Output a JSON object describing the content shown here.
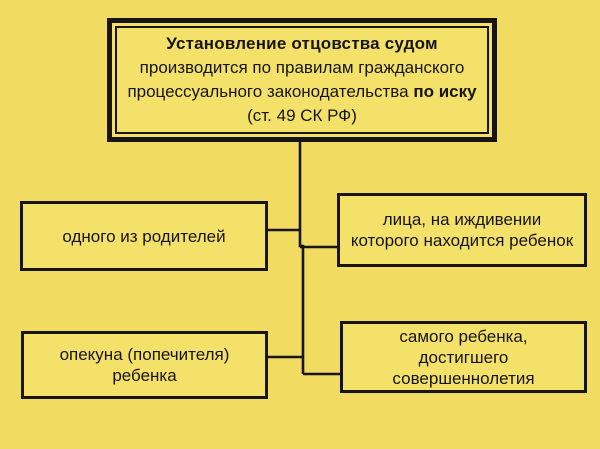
{
  "diagram": {
    "title_box": {
      "line1": "Установление отцовства судом",
      "line2": "производится по правилам гражданского",
      "line3_normal": "процессуального законодательства ",
      "line3_bold": "по иску",
      "line4": "(ст. 49 СК РФ)"
    },
    "boxes": [
      {
        "id": "parent",
        "label": "одного из родителей"
      },
      {
        "id": "dependent",
        "label": "лица, на иждивении которого находится ребенок"
      },
      {
        "id": "guardian",
        "label": "опекуна (попечителя) ребенка"
      },
      {
        "id": "adult-child",
        "label": "самого ребенка, достигшего совершеннолетия"
      }
    ],
    "colors": {
      "background": "#F1DB60",
      "box_fill": "#F4E169",
      "line": "#171411",
      "text": "#171411"
    }
  }
}
